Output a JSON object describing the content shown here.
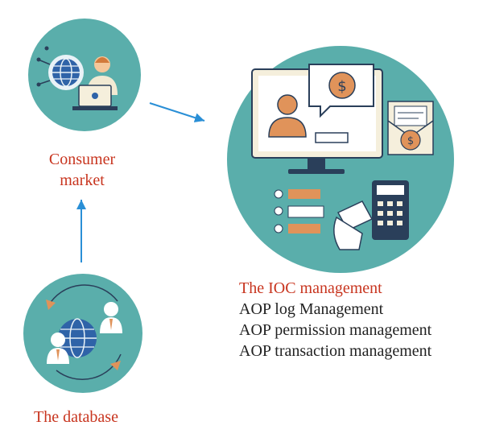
{
  "colors": {
    "circle": "#5aaeab",
    "accent_red": "#c8351f",
    "arrow": "#2a8fd6",
    "orange": "#e0935a",
    "globe": "#2f63a8",
    "cream": "#f5efdc"
  },
  "nodes": {
    "consumer_market": {
      "line1": "Consumer",
      "line2": "market"
    },
    "database": {
      "label": "The database"
    }
  },
  "ioc": {
    "title": "The IOC management",
    "items": [
      "AOP log Management",
      "AOP permission management",
      "AOP transaction management"
    ]
  },
  "icons": {
    "consumer": "globe-laptop-user-icon",
    "database": "globe-network-users-icon",
    "ioc": "monitor-payment-icon",
    "monitor_dollar": "dollar-icon"
  }
}
